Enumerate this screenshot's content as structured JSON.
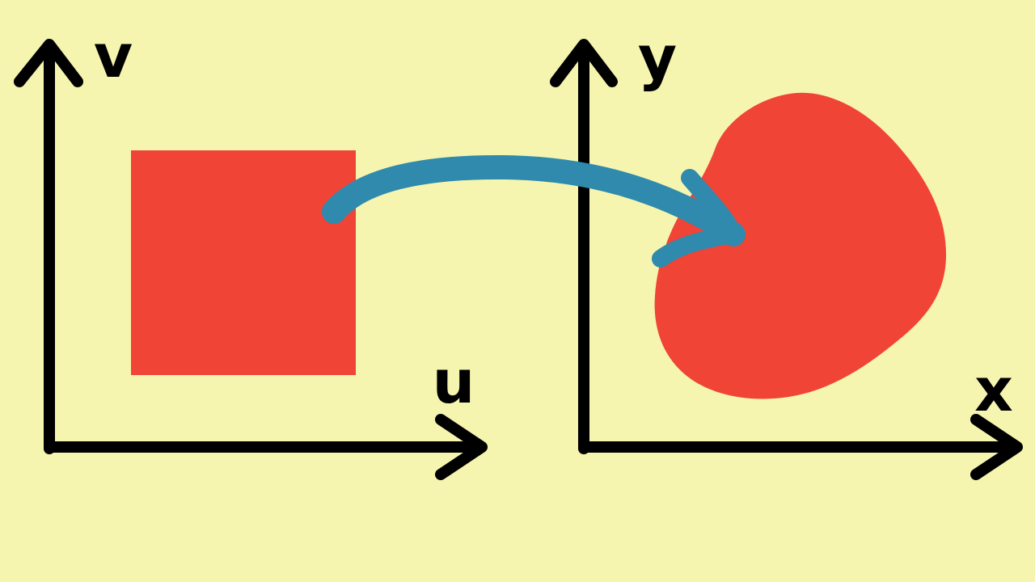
{
  "background_color": "#f5f5b0",
  "shape_color": "#f04436",
  "arrow_color": "#2f8aad",
  "axis_color": "#000000",
  "left_plot": {
    "x_axis_label": "u",
    "y_axis_label": "v",
    "region_shape": "square"
  },
  "right_plot": {
    "x_axis_label": "x",
    "y_axis_label": "y",
    "region_shape": "blob"
  },
  "mapping_arrow": {
    "direction": "left-to-right"
  }
}
